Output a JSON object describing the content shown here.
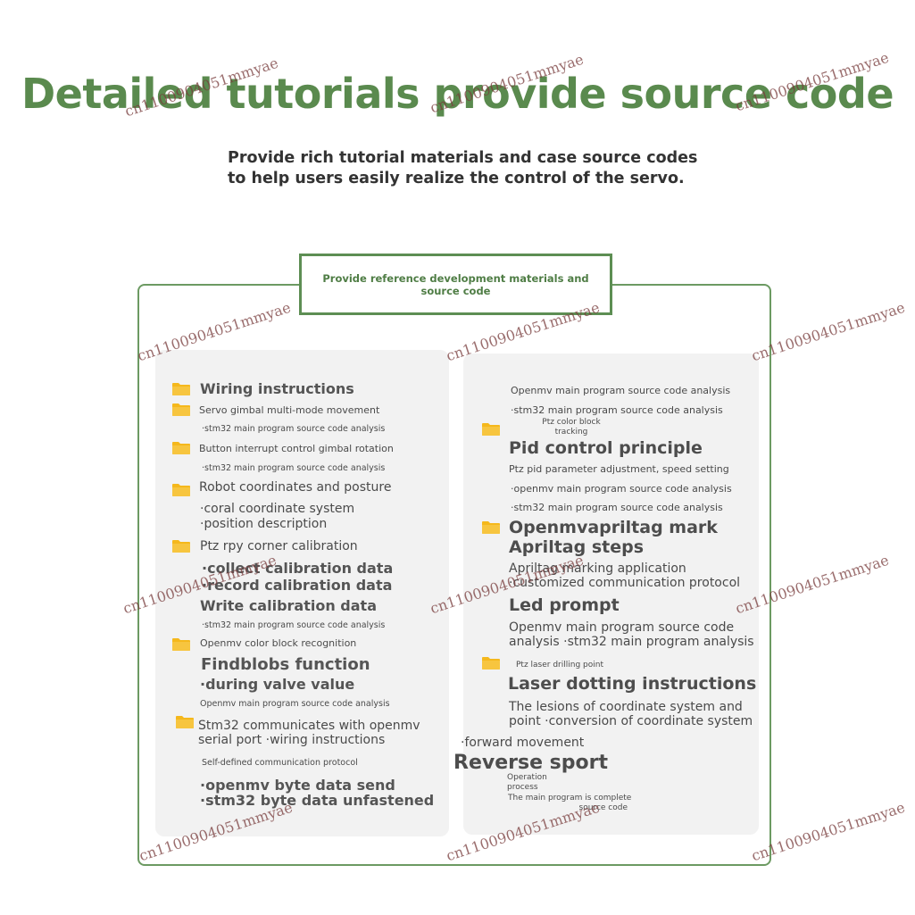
{
  "header": {
    "title": "Detailed tutorials provide source code",
    "subtitle_line1": "Provide rich tutorial materials and case source codes",
    "subtitle_line2": "to help users easily realize the control of the servo."
  },
  "frame": {
    "label": "Provide reference development materials and source code"
  },
  "left_panel": {
    "wiring": "Wiring instructions",
    "servo_gimbal": "Servo gimbal multi-mode movement",
    "stm32_1": "·stm32 main program source code analysis",
    "button_interrupt": "Button interrupt control gimbal rotation",
    "stm32_2": "·stm32 main program source code analysis",
    "robot_coords": "Robot coordinates and posture",
    "coral_system": "·coral coordinate system",
    "position_desc": "·position description",
    "ptz_rpy": "Ptz rpy corner calibration",
    "collect_cal": "·collect calibration data",
    "record_cal": "·record calibration data",
    "write_cal": "Write calibration data",
    "stm32_3": "·stm32 main program source code analysis",
    "openmv_color": "Openmv color block recognition",
    "findblobs": "Findblobs function",
    "valve_value": "·during valve value",
    "openmv_main": "Openmv main program source code analysis",
    "stm32_comm_line1": "Stm32 communicates with openmv",
    "stm32_comm_line2": "serial port ·wiring instructions",
    "self_defined": "Self-defined communication protocol",
    "openmv_byte": "·openmv byte data send",
    "stm32_byte": "·stm32 byte data unfastened"
  },
  "right_panel": {
    "openmv_main": "Openmv main program source code analysis",
    "stm32_main": "·stm32 main program source code analysis",
    "ptz_color_line1": "Ptz color block",
    "ptz_color_line2": "tracking",
    "pid_principle": "Pid control principle",
    "ptz_pid": "Ptz pid parameter adjustment, speed setting",
    "openmv_analysis": "·openmv main program source code analysis",
    "stm32_analysis": "·stm32 main program source code analysis",
    "apriltag_mark": "Openmvapriltag mark",
    "apriltag_steps": "Apriltag steps",
    "apriltag_app": "Apriltag marking application",
    "custom_protocol": "·customized communication protocol",
    "led_prompt": "Led prompt",
    "openmv_led_line1": "Openmv main program source code",
    "openmv_led_line2": "analysis ·stm32 main program analysis",
    "ptz_laser": "Ptz laser drilling point",
    "laser_dotting": "Laser dotting instructions",
    "lesions_line1": "The lesions of coordinate system and",
    "lesions_line2": "point ·conversion of coordinate system",
    "forward": "·forward movement",
    "reverse": "Reverse sport",
    "operation_line1": "Operation",
    "operation_line2": "process",
    "complete_line1": "The main program is complete",
    "complete_line2": "source code"
  },
  "watermark_text": "cn1100904051mmyae",
  "colors": {
    "title_green": "#5a8a4e",
    "frame_green": "#6c9a62",
    "panel_gray": "#f2f2f2",
    "folder_yellow": "#f5b81c",
    "watermark": "#783c3c"
  },
  "icons": [
    "folder-icon"
  ]
}
